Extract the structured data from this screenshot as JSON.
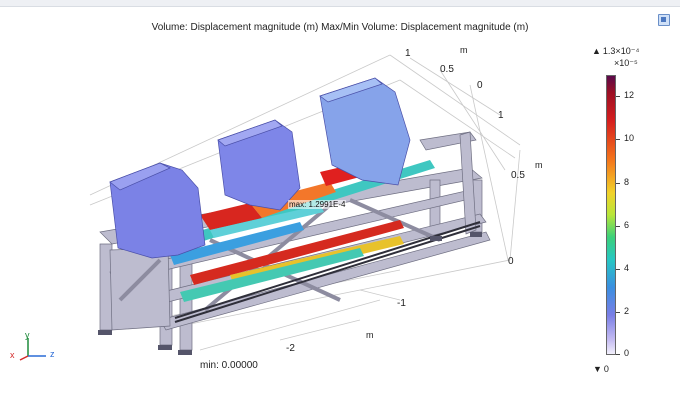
{
  "plot": {
    "title": "Volume: Displacement magnitude (m)  Max/Min Volume: Displacement magnitude (m)"
  },
  "axes": {
    "z_ticks": [
      "1",
      "0.5",
      "0"
    ],
    "z_unit": "m",
    "y_ticks": [
      "1",
      "0.5",
      "0"
    ],
    "y_unit": "m",
    "x_ticks": [
      "-1",
      "-2"
    ],
    "x_unit": "m"
  },
  "annotations": {
    "max_label": "max: 1.2991E-4",
    "min_label": "min: 0.00000"
  },
  "colorbar": {
    "max_value": "1.3×10⁻⁴",
    "multiplier": "×10⁻⁵",
    "min_value": "0",
    "max_marker": "▲",
    "min_marker": "▼",
    "ticks": [
      "12",
      "10",
      "8",
      "6",
      "4",
      "2",
      "0"
    ]
  },
  "triad": {
    "y": "y",
    "x": "x",
    "z": "z"
  },
  "colors": {
    "frame_grey": "#b9b8cc",
    "body_blue": "#7f86e8",
    "beam_red": "#d9281f",
    "beam_cyan": "#38c6c8"
  }
}
